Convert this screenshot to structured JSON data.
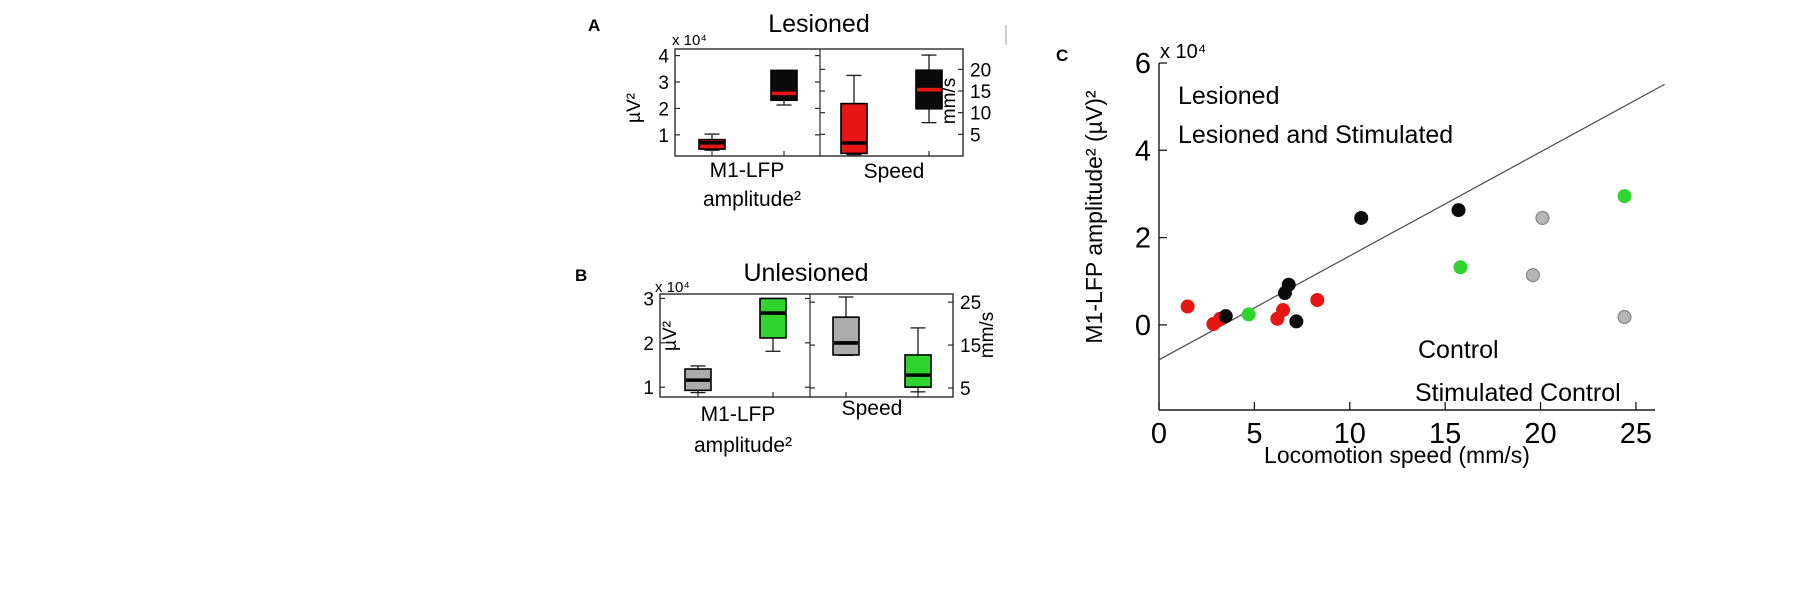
{
  "chart_data": [
    {
      "id": "A",
      "type": "boxplot",
      "panel_label": "A",
      "title": "Lesioned",
      "exponent": "x 10⁴",
      "subplots": [
        {
          "ylabel": "µV²",
          "yticks": [
            1,
            2,
            3,
            4
          ],
          "ylim": [
            0.2,
            4.25
          ],
          "xlabel_line1": "M1-LFP",
          "xlabel_line2": "amplitude²",
          "boxes": [
            {
              "group": "Lesioned",
              "fill": "#e81515",
              "median_color": "#000000",
              "whisker_low": 0.42,
              "q1": 0.46,
              "median": 0.7,
              "q3": 0.82,
              "whisker_high": 1.03
            },
            {
              "group": "Lesioned and Stimulated",
              "fill": "#0a0a0a",
              "median_color": "#e81515",
              "whisker_low": 2.13,
              "q1": 2.31,
              "median": 2.57,
              "q3": 3.44,
              "whisker_high": 3.44
            }
          ]
        },
        {
          "ylabel": "mm/s",
          "yticks": [
            5,
            10,
            15,
            20
          ],
          "ylim": [
            0,
            24.7
          ],
          "xlabel_line1": "Speed",
          "boxes": [
            {
              "group": "Lesioned",
              "fill": "#e81515",
              "median_color": "#000000",
              "whisker_low": 0.3,
              "q1": 0.6,
              "median": 3.0,
              "q3": 12.1,
              "whisker_high": 18.6
            },
            {
              "group": "Lesioned and Stimulated",
              "fill": "#0a0a0a",
              "median_color": "#e81515",
              "whisker_low": 7.7,
              "q1": 10.9,
              "median": 15.3,
              "q3": 19.8,
              "whisker_high": 23.3
            }
          ]
        }
      ]
    },
    {
      "id": "B",
      "type": "boxplot",
      "panel_label": "B",
      "title": "Unlesioned",
      "exponent": "x 10⁴",
      "subplots": [
        {
          "ylabel": "µV²",
          "yticks": [
            1,
            2,
            3
          ],
          "ylim": [
            0.78,
            3.1
          ],
          "xlabel_line1": "M1-LFP",
          "xlabel_line2": "amplitude²",
          "boxes": [
            {
              "group": "Control",
              "fill": "#ababab",
              "median_color": "#000000",
              "whisker_low": 0.88,
              "q1": 0.93,
              "median": 1.16,
              "q3": 1.41,
              "whisker_high": 1.48
            },
            {
              "group": "Stimulated Control",
              "fill": "#2fd42f",
              "median_color": "#000000",
              "whisker_low": 1.81,
              "q1": 2.11,
              "median": 2.67,
              "q3": 3.0,
              "whisker_high": 3.0
            }
          ]
        },
        {
          "ylabel": "mm/s",
          "yticks": [
            5,
            15,
            25
          ],
          "ylim": [
            2.9,
            26.9
          ],
          "xlabel_line1": "Speed",
          "boxes": [
            {
              "group": "Control",
              "fill": "#ababab",
              "median_color": "#000000",
              "whisker_low": 12.6,
              "q1": 12.7,
              "median": 15.5,
              "q3": 21.5,
              "whisker_high": 26.2
            },
            {
              "group": "Stimulated Control",
              "fill": "#2fd42f",
              "median_color": "#000000",
              "whisker_low": 4.1,
              "q1": 5.2,
              "median": 8.0,
              "q3": 12.7,
              "whisker_high": 19.0
            }
          ]
        }
      ]
    },
    {
      "id": "C",
      "type": "scatter",
      "panel_label": "C",
      "exponent": "x 10⁴",
      "xlabel": "Locomotion speed (mm/s)",
      "ylabel": "M1-LFP amplitude² (µV)²",
      "xticks": [
        0,
        5,
        10,
        15,
        20,
        25
      ],
      "xlim": [
        0,
        26
      ],
      "yticks": [
        0,
        2,
        4,
        6
      ],
      "ylim": [
        -1.95,
        6
      ],
      "y_unit_scale": 10000,
      "series": [
        {
          "name": "Lesioned",
          "marker_fill": "#e81515",
          "marker_stroke": "none",
          "points": [
            [
              1.5,
              0.42
            ],
            [
              2.85,
              0.02
            ],
            [
              3.2,
              0.14
            ],
            [
              6.2,
              0.14
            ],
            [
              6.5,
              0.34
            ],
            [
              8.3,
              0.57
            ]
          ]
        },
        {
          "name": "Lesioned and Stimulated",
          "marker_fill": "#0a0a0a",
          "marker_stroke": "none",
          "points": [
            [
              3.5,
              0.2
            ],
            [
              6.6,
              0.73
            ],
            [
              6.8,
              0.92
            ],
            [
              7.2,
              0.08
            ],
            [
              10.6,
              2.45
            ],
            [
              15.7,
              2.63
            ]
          ]
        },
        {
          "name": "Control",
          "marker_fill": "#b6b6b6",
          "marker_stroke": "#8d8d8d",
          "points": [
            [
              20.1,
              2.45
            ],
            [
              19.6,
              1.14
            ],
            [
              24.4,
              0.18
            ]
          ]
        },
        {
          "name": "Stimulated Control",
          "marker_fill": "#2fd42f",
          "marker_stroke": "none",
          "points": [
            [
              4.7,
              0.24
            ],
            [
              15.8,
              1.32
            ],
            [
              24.4,
              2.95
            ]
          ]
        }
      ],
      "legend_colors": {
        "lesioned": "#dd1b1b",
        "lesioned_stim": "#111111",
        "control": "#a2a2a2",
        "stim_control": "#3ce03c"
      },
      "fit_line": {
        "x1": 0,
        "y1": -0.8,
        "x2": 26.5,
        "y2": 5.51,
        "color": "#4a4a4a"
      }
    }
  ]
}
